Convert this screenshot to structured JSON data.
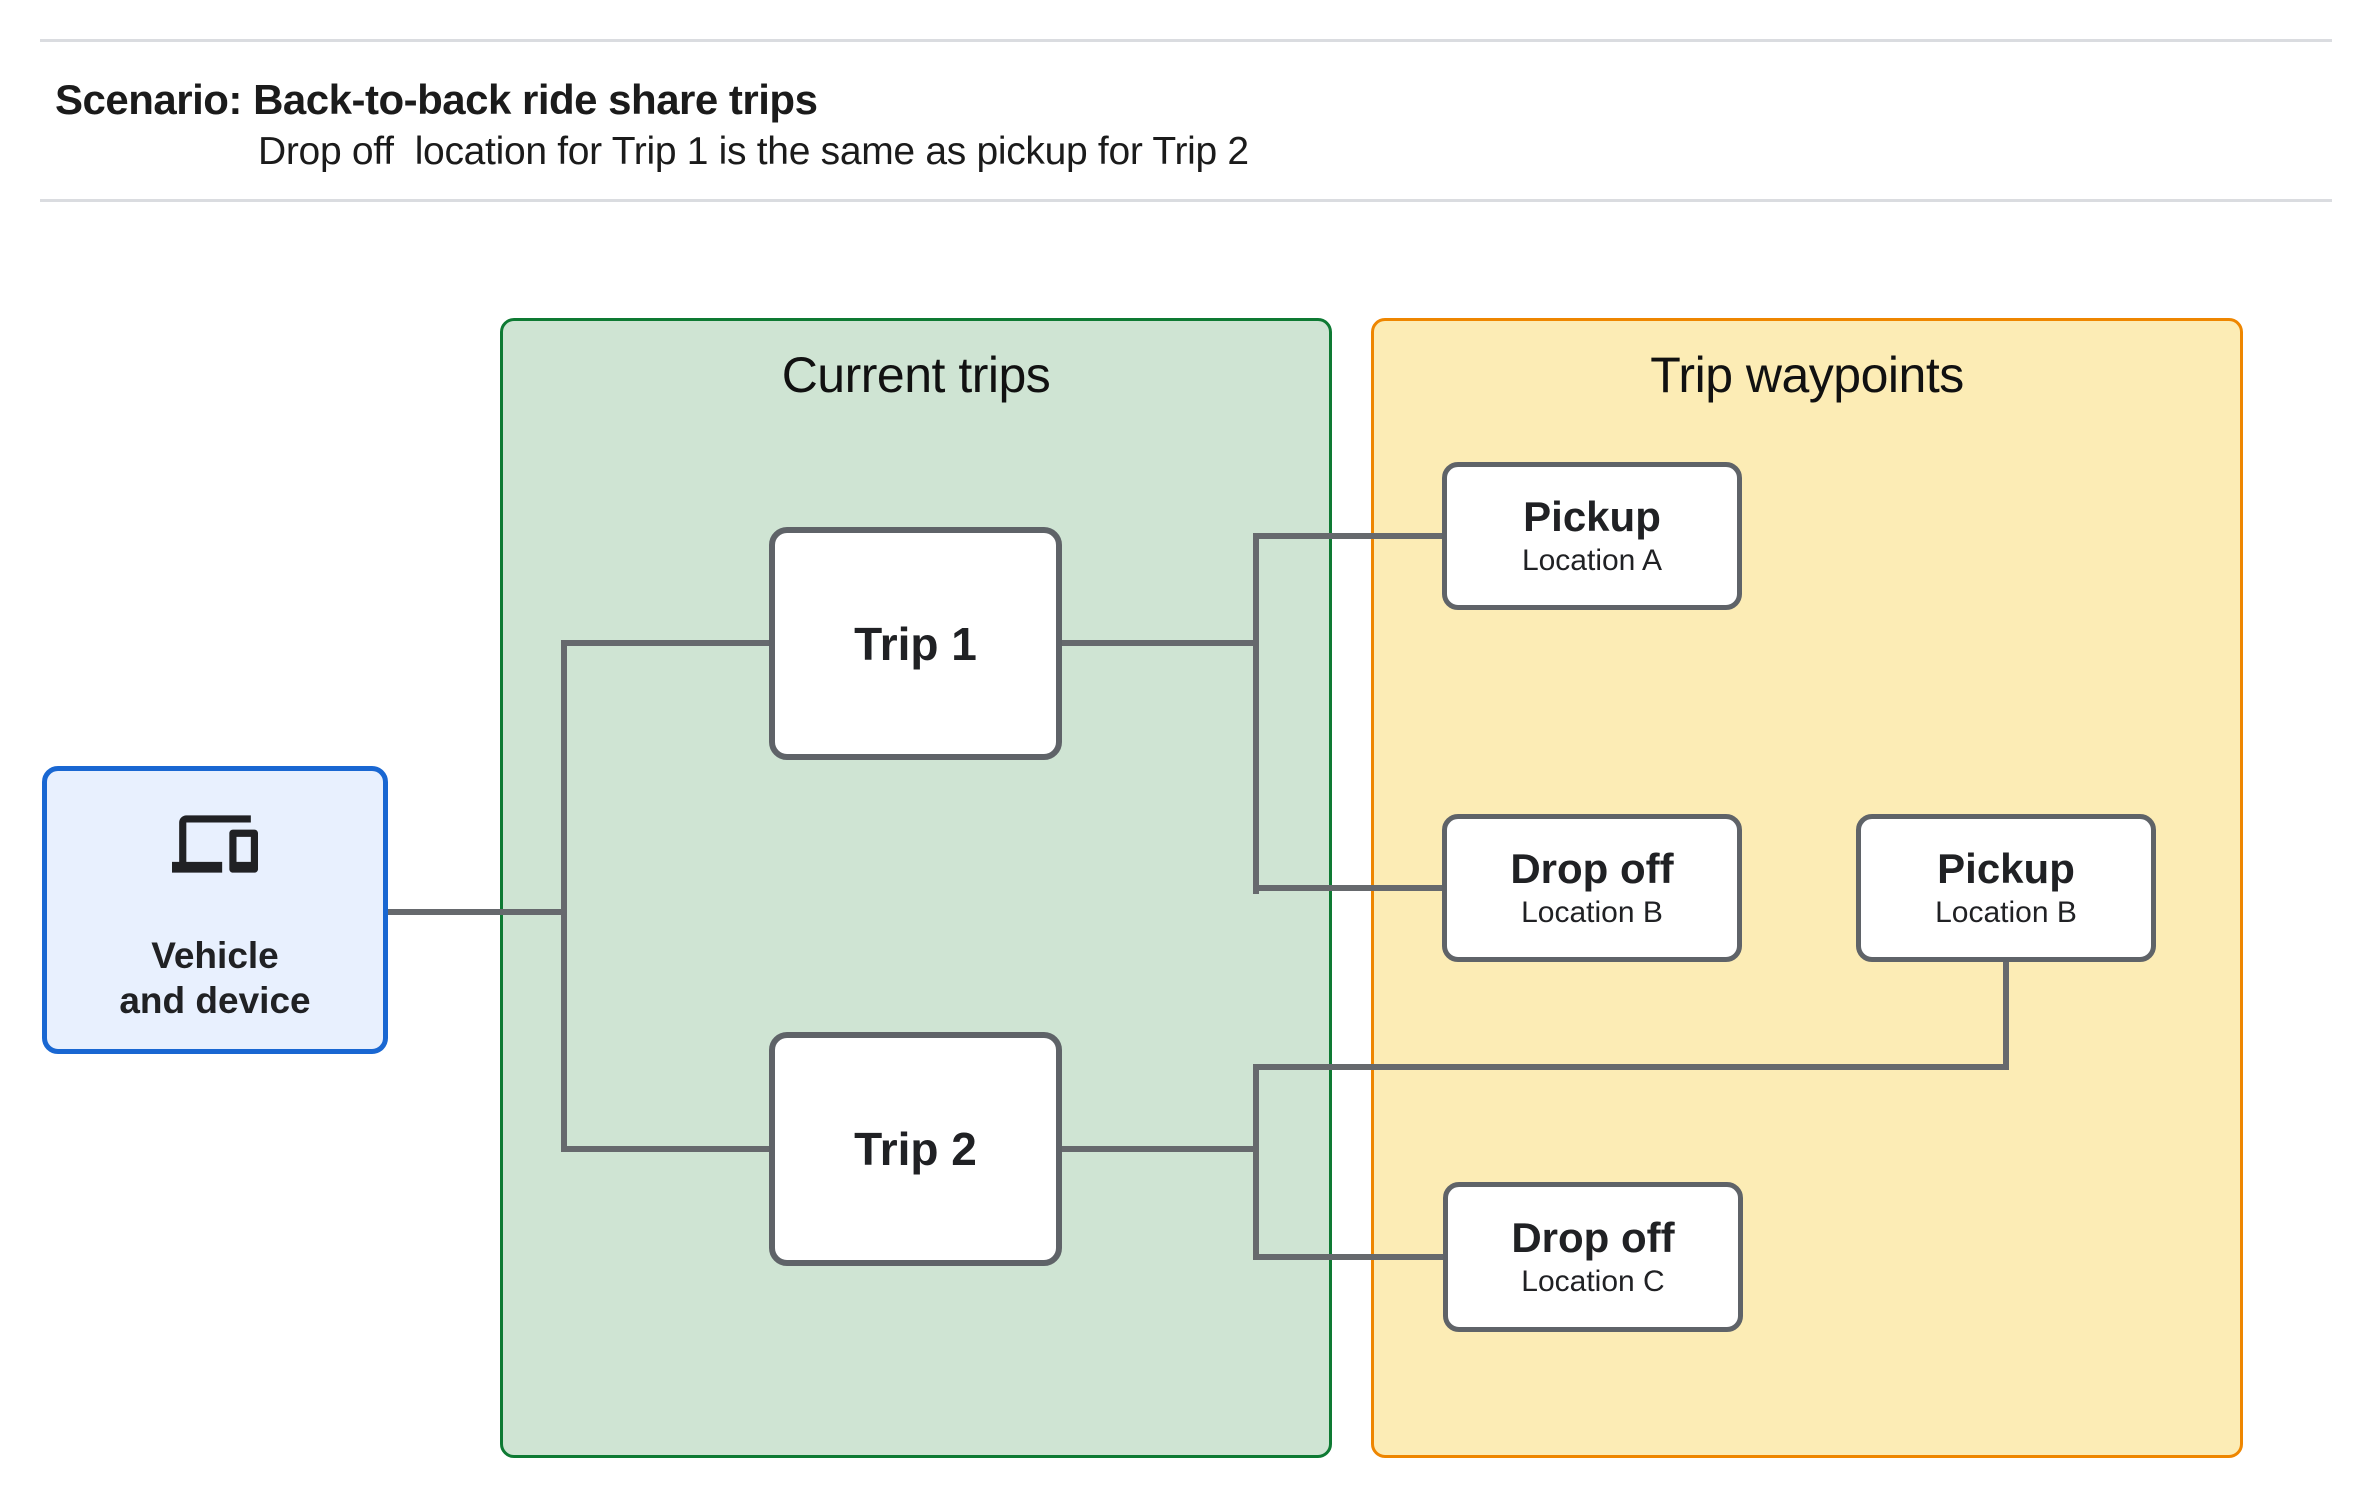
{
  "header": {
    "title": "Scenario: Back-to-back ride share trips",
    "subtitle": "Drop off  location for Trip 1 is the same as pickup for Trip 2"
  },
  "panels": {
    "current_trips": {
      "title": "Current trips"
    },
    "trip_waypoints": {
      "title": "Trip waypoints"
    }
  },
  "nodes": {
    "vehicle": {
      "line1": "Vehicle",
      "line2": "and device",
      "icon": "devices-icon"
    },
    "trip1": {
      "label": "Trip 1"
    },
    "trip2": {
      "label": "Trip 2"
    },
    "pickup_a": {
      "title": "Pickup",
      "subtitle": "Location A"
    },
    "dropoff_b": {
      "title": "Drop off",
      "subtitle": "Location B"
    },
    "pickup_b": {
      "title": "Pickup",
      "subtitle": "Location B"
    },
    "dropoff_c": {
      "title": "Drop off",
      "subtitle": "Location C"
    }
  },
  "colors": {
    "connector": "#66696D",
    "node_border": "#5F6368",
    "green_fill": "#CFE4D3",
    "green_border": "#0E7A33",
    "orange_fill": "#FCECB5",
    "orange_border": "#EE8600",
    "blue_fill": "#E8F0FE",
    "blue_border": "#1967D2",
    "divider": "#DADCE0",
    "text": "#202124"
  }
}
